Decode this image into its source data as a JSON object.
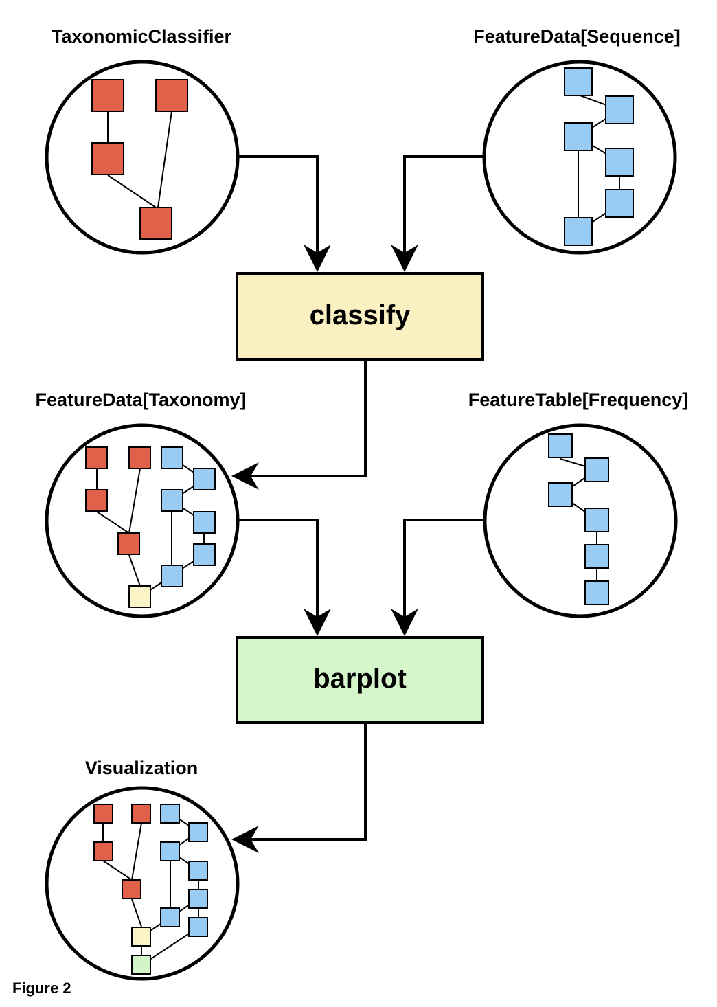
{
  "labels": {
    "taxonomic_classifier": "TaxonomicClassifier",
    "feature_data_sequence": "FeatureData[Sequence]",
    "feature_data_taxonomy": "FeatureData[Taxonomy]",
    "feature_table_frequency": "FeatureTable[Frequency]",
    "visualization": "Visualization",
    "figure_caption": "Figure 2"
  },
  "actions": {
    "classify": "classify",
    "barplot": "barplot"
  },
  "colors": {
    "red_node": "#e0604a",
    "blue_node": "#99ccf5",
    "yellow_node": "#faf3c8",
    "green_node": "#d3f4c8",
    "classify_box": "#faf0c2",
    "barplot_box": "#d5f5cb",
    "stroke": "#000000"
  }
}
